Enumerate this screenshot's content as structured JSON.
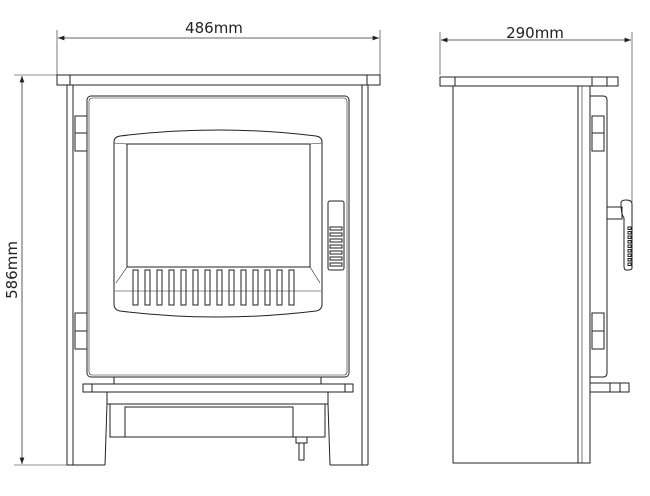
{
  "dimensions": {
    "width": "486mm",
    "height": "586mm",
    "depth": "290mm"
  },
  "colors": {
    "line": "#222222",
    "background": "#ffffff"
  }
}
